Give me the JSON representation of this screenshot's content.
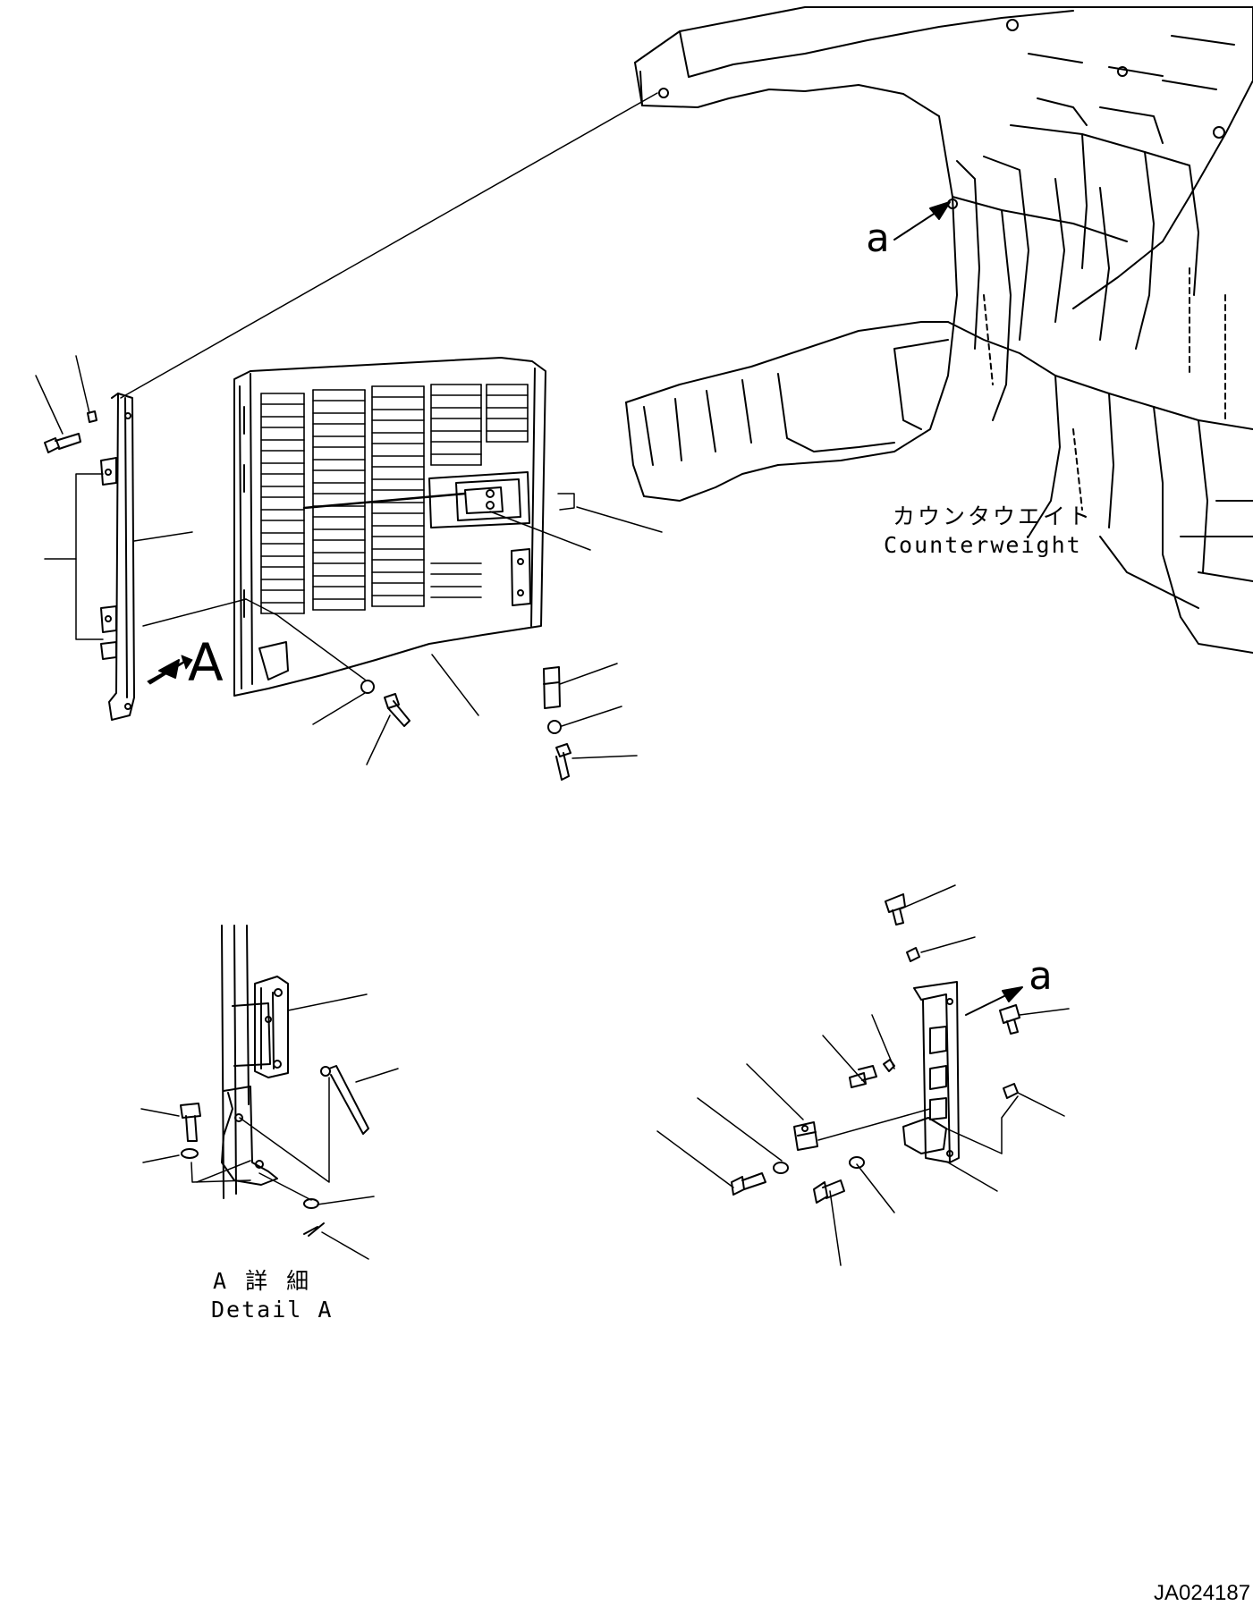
{
  "labels": {
    "ref_a_top": "a",
    "ref_a_bottom": "a",
    "view_a": "A",
    "counterweight_jp": "カウンタウエイト",
    "counterweight_en": "Counterweight",
    "detail_jp": "A 詳 細",
    "detail_en": "Detail A",
    "drawing_code": "JA024187"
  },
  "colors": {
    "ink": "#000000",
    "paper": "#ffffff"
  }
}
